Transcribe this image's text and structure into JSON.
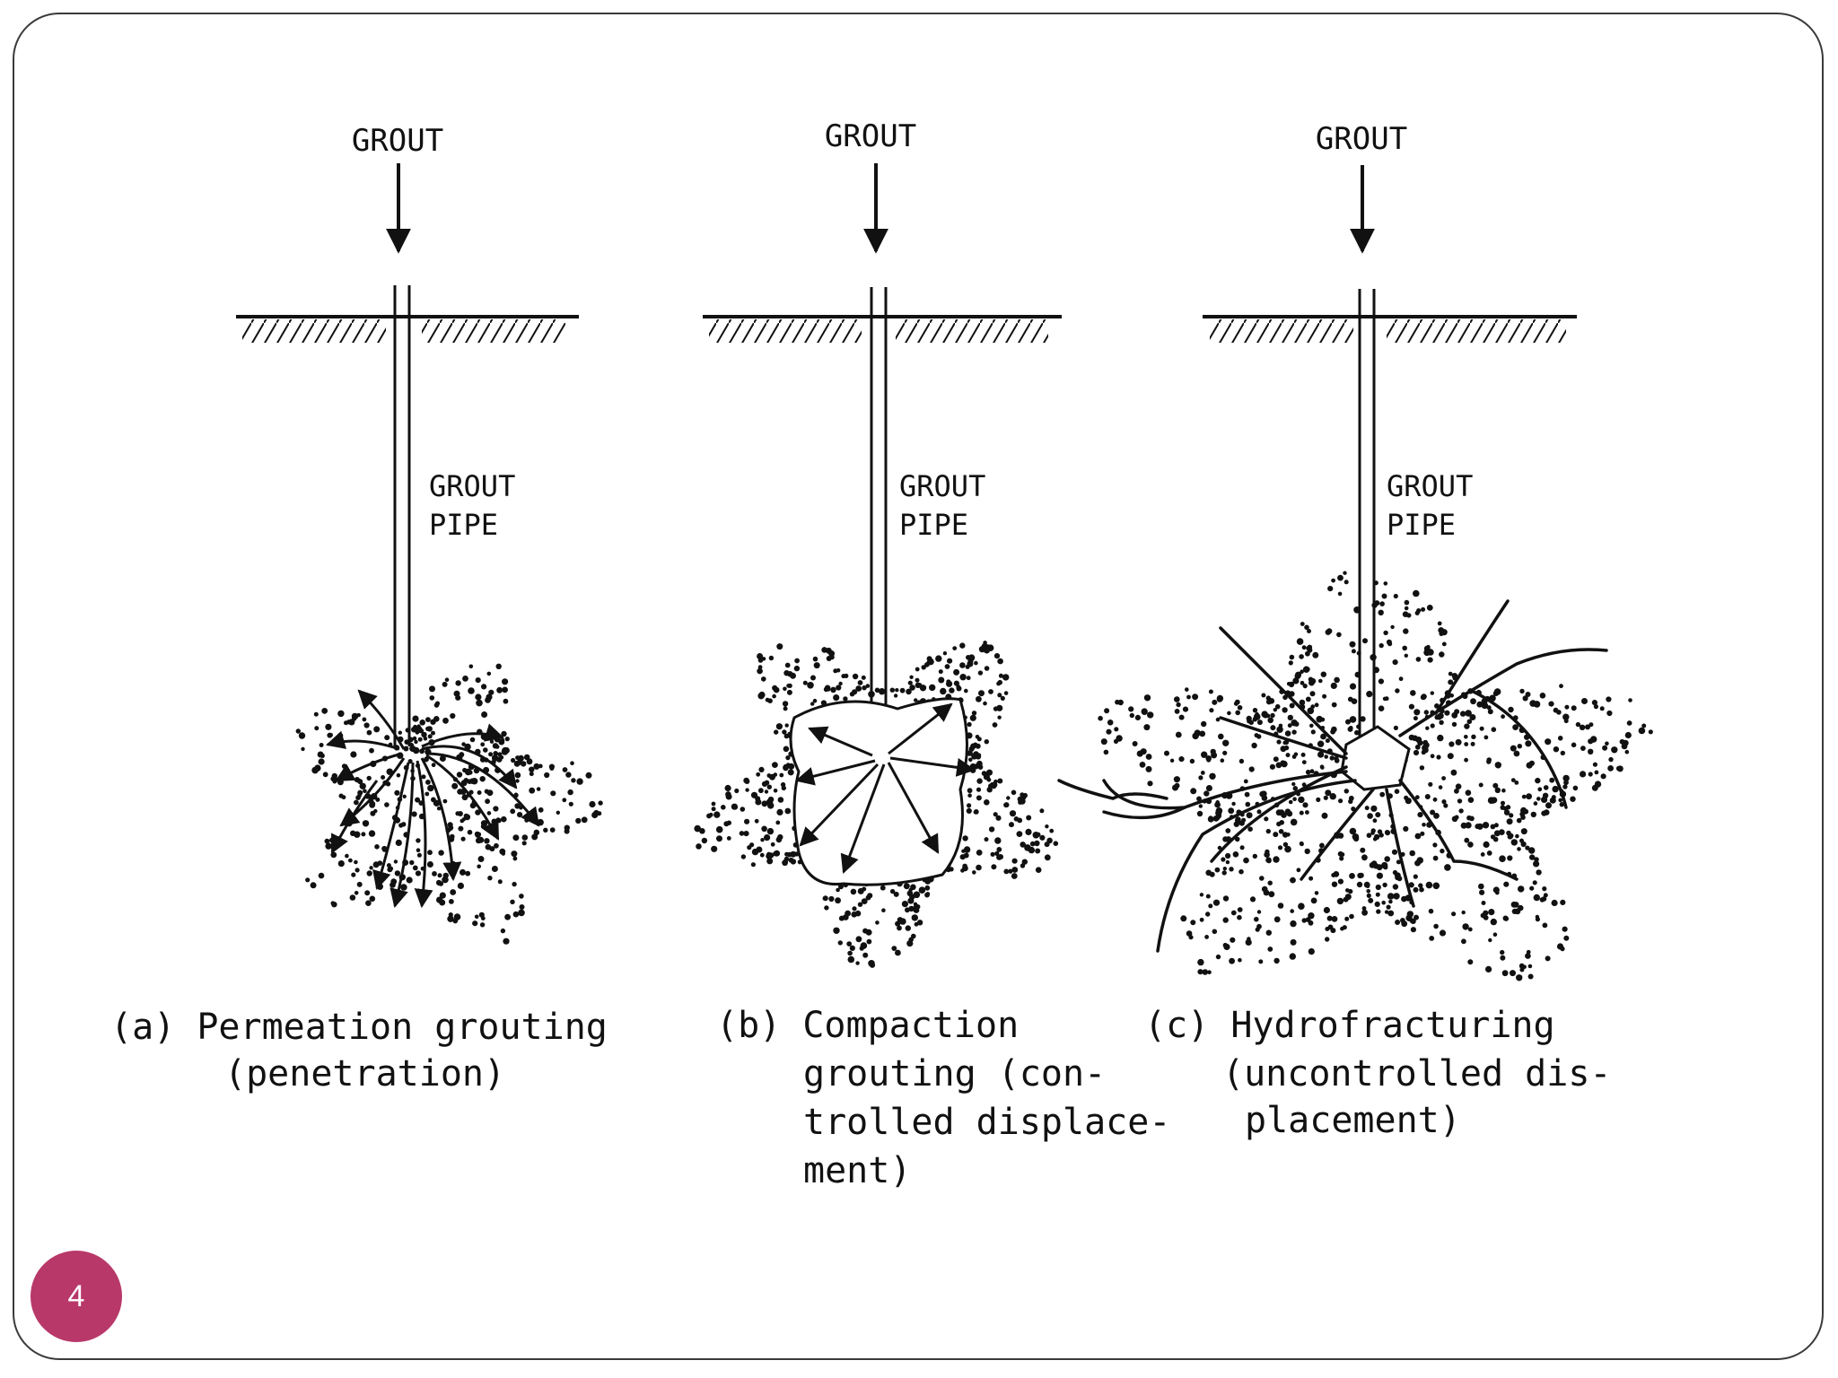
{
  "colors": {
    "ink": "#111111",
    "frame": "#3a3a3a",
    "badge": "#b8386a"
  },
  "panels": [
    {
      "id": "a",
      "grout_label": "GROUT",
      "pipe_label_1": "GROUT",
      "pipe_label_2": "PIPE",
      "caption_1": "(a) Permeation grouting",
      "caption_2": "(penetration)",
      "caption_3": "",
      "caption_4": ""
    },
    {
      "id": "b",
      "grout_label": "GROUT",
      "pipe_label_1": "GROUT",
      "pipe_label_2": "PIPE",
      "caption_1": "(b) Compaction",
      "caption_2": "grouting (con-",
      "caption_3": "trolled displace-",
      "caption_4": "ment)"
    },
    {
      "id": "c",
      "grout_label": "GROUT",
      "pipe_label_1": "GROUT",
      "pipe_label_2": "PIPE",
      "caption_1": "(c) Hydrofracturing",
      "caption_2": "(uncontrolled dis-",
      "caption_3": "placement)",
      "caption_4": ""
    }
  ],
  "page_number": "4"
}
